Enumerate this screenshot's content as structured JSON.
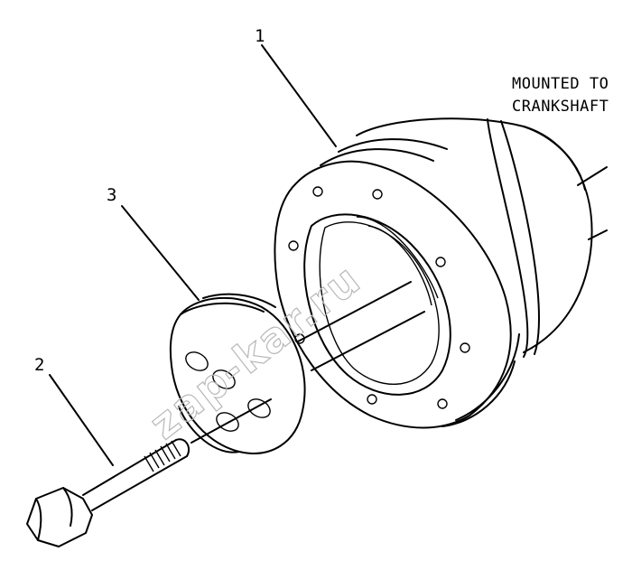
{
  "callouts": {
    "part1": "1",
    "part2": "2",
    "part3": "3"
  },
  "caption": {
    "line1": "MOUNTED TO",
    "line2": "CRANKSHAFT"
  },
  "watermark": "zap-kar.ru",
  "colors": {
    "ink": "#000000",
    "paper": "#ffffff",
    "watermark": "#b8b8b8"
  }
}
